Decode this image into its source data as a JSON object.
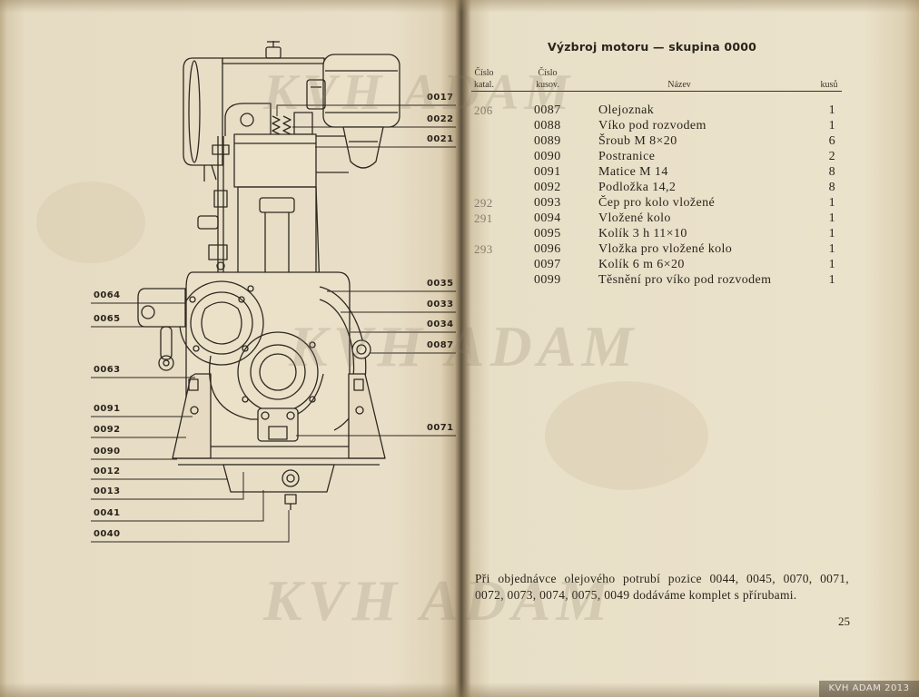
{
  "watermark": {
    "text": "KVH ADAM",
    "stamp": "KVH ADAM 2013"
  },
  "diagram": {
    "callouts": {
      "right": [
        "0017",
        "0022",
        "0021",
        "0035",
        "0033",
        "0034",
        "0087",
        "0071"
      ],
      "left": [
        "0064",
        "0065",
        "0063",
        "0091",
        "0092",
        "0090",
        "0012",
        "0013",
        "0041",
        "0040"
      ]
    }
  },
  "catalog": {
    "title": "Výzbroj motoru — skupina 0000",
    "headers": {
      "katal_line1": "Číslo",
      "katal_line2": "katal.",
      "kusov_line1": "Číslo",
      "kusov_line2": "kusov.",
      "nazev": "Název",
      "kusu": "kusů"
    },
    "rows": [
      {
        "katal": "206",
        "kusov": "0087",
        "nazev": "Olejoznak",
        "kusu": "1"
      },
      {
        "katal": "",
        "kusov": "0088",
        "nazev": "Víko pod rozvodem",
        "kusu": "1"
      },
      {
        "katal": "",
        "kusov": "0089",
        "nazev": "Šroub M 8×20",
        "kusu": "6"
      },
      {
        "katal": "",
        "kusov": "0090",
        "nazev": "Postranice",
        "kusu": "2"
      },
      {
        "katal": "",
        "kusov": "0091",
        "nazev": "Matice M 14",
        "kusu": "8"
      },
      {
        "katal": "",
        "kusov": "0092",
        "nazev": "Podložka 14,2",
        "kusu": "8"
      },
      {
        "katal": "292",
        "kusov": "0093",
        "nazev": "Čep pro kolo vložené",
        "kusu": "1"
      },
      {
        "katal": "291",
        "kusov": "0094",
        "nazev": "Vložené kolo",
        "kusu": "1"
      },
      {
        "katal": "",
        "kusov": "0095",
        "nazev": "Kolík 3 h 11×10",
        "kusu": "1"
      },
      {
        "katal": "293",
        "kusov": "0096",
        "nazev": "Vložka pro vložené kolo",
        "kusu": "1"
      },
      {
        "katal": "",
        "kusov": "0097",
        "nazev": "Kolík 6 m 6×20",
        "kusu": "1"
      },
      {
        "katal": "",
        "kusov": "0099",
        "nazev": "Těsnění pro víko pod rozvodem",
        "kusu": "1"
      }
    ],
    "note": {
      "line1": "Při objednávce olejového potrubí pozice 0044, 0045, 0070, 0071,",
      "line2": "0072, 0073, 0074, 0075, 0049 dodáváme komplet s přírubami."
    },
    "page_number": "25"
  },
  "colors": {
    "paper": "#e9dfc8",
    "ink": "#2e2820"
  }
}
